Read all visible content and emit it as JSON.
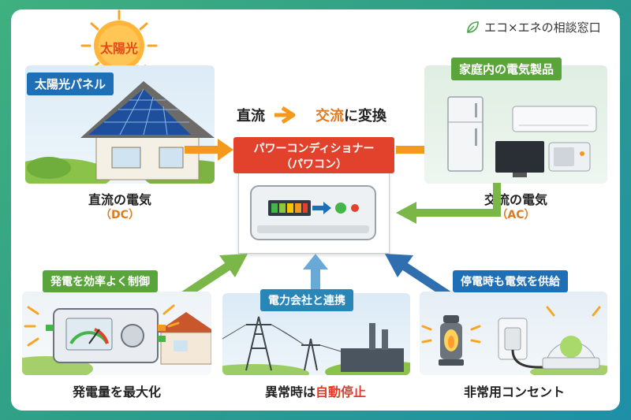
{
  "brand": {
    "name": "エコ×エネの相談窓口",
    "icon": "leaf-icon"
  },
  "sun": {
    "label": "太陽光"
  },
  "solar": {
    "title": "太陽光パネル",
    "caption": "直流の電気",
    "sub": "（DC）"
  },
  "conversion": {
    "dc": "直流",
    "ac": "交流",
    "suffix": "に変換"
  },
  "inverter": {
    "title_line1": "パワーコンディショナー",
    "title_line2": "（パワコン）"
  },
  "appliances": {
    "title": "家庭内の電気製品",
    "caption": "交流の電気",
    "sub": "（AC）"
  },
  "features": {
    "control": {
      "label": "発電を効率よく制御",
      "caption": "発電量を最大化"
    },
    "grid": {
      "label": "電力会社と連携",
      "caption_prefix": "異常時は",
      "caption_highlight": "自動停止"
    },
    "backup": {
      "label": "停電時も電気を供給",
      "caption": "非常用コンセント"
    }
  },
  "colors": {
    "accent_orange": "#f39a1e",
    "green": "#59a53b",
    "blue": "#1f6fb6",
    "red": "#e03a2b"
  }
}
